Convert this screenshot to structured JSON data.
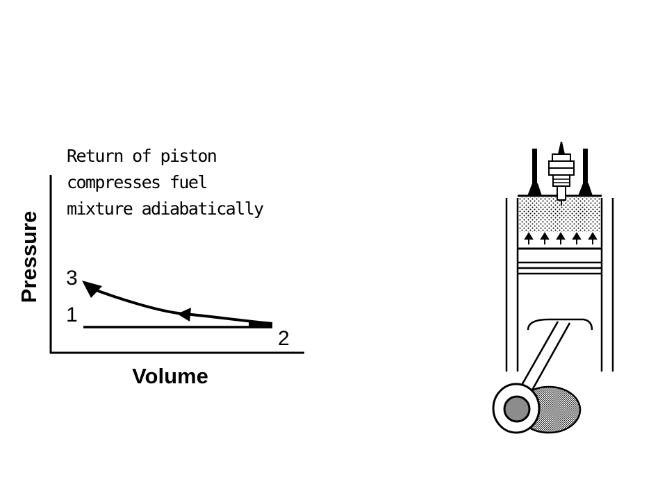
{
  "caption": {
    "line1": "Return of piston",
    "line2": "compresses fuel",
    "line3": "mixture adiabatically"
  },
  "pv_diagram": {
    "x_axis_label": "Volume",
    "y_axis_label": "Pressure",
    "points": {
      "p1": "1",
      "p2": "2",
      "p3": "3"
    }
  },
  "engine": {
    "stroke": "compression",
    "piston_direction": "up"
  },
  "colors": {
    "ink": "#000000",
    "background": "#ffffff",
    "shade": "#8c8c8c"
  }
}
